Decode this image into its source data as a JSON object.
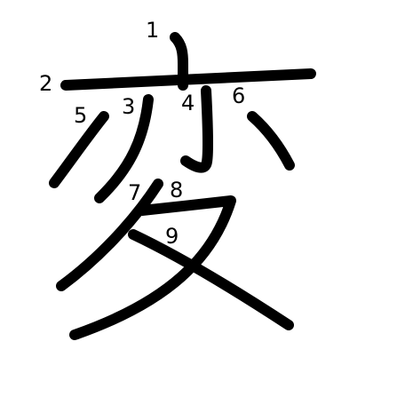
{
  "character": {
    "glyph": "変",
    "stroke_count": 9,
    "stroke_color": "#000000",
    "background_color": "#ffffff"
  },
  "stroke_numbers": [
    {
      "id": 1,
      "label": "1"
    },
    {
      "id": 2,
      "label": "2"
    },
    {
      "id": 3,
      "label": "3"
    },
    {
      "id": 4,
      "label": "4"
    },
    {
      "id": 5,
      "label": "5"
    },
    {
      "id": 6,
      "label": "6"
    },
    {
      "id": 7,
      "label": "7"
    },
    {
      "id": 8,
      "label": "8"
    },
    {
      "id": 9,
      "label": "9"
    }
  ]
}
